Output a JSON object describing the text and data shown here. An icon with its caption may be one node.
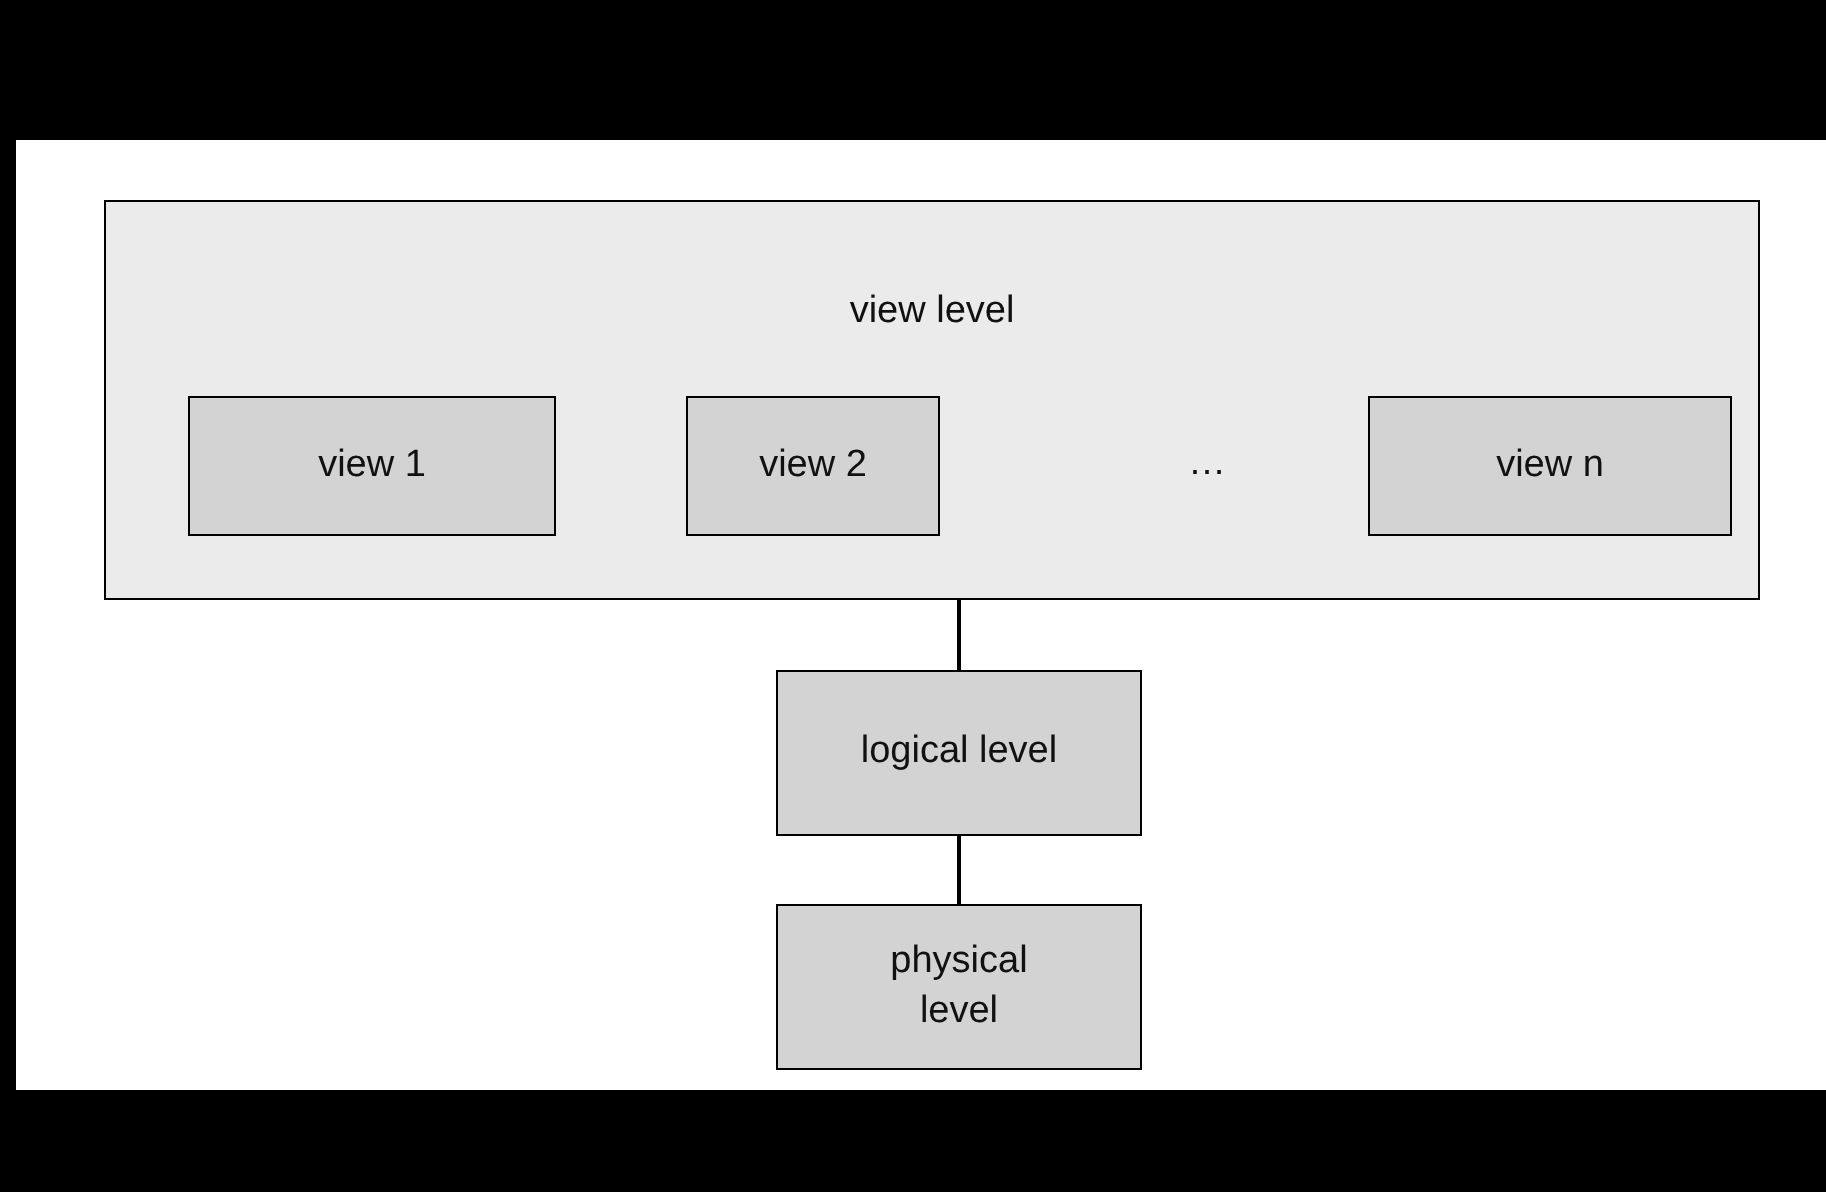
{
  "diagram": {
    "nodes": [
      {
        "text": [
          "view level"
        ]
      },
      {
        "text": [
          "view 1"
        ],
        "in": 0
      },
      {
        "text": [
          "view 2"
        ],
        "in": 0
      },
      {
        "text": [
          "view n"
        ],
        "in": 0
      },
      {
        "text": [
          "logical level"
        ]
      },
      {
        "text": [
          "physical level"
        ]
      }
    ],
    "edges": [
      {
        "from": 0,
        "to": 4,
        "arrow": "none"
      },
      {
        "from": 4,
        "to": 5,
        "arrow": "none"
      }
    ],
    "labels": [
      "…"
    ]
  }
}
